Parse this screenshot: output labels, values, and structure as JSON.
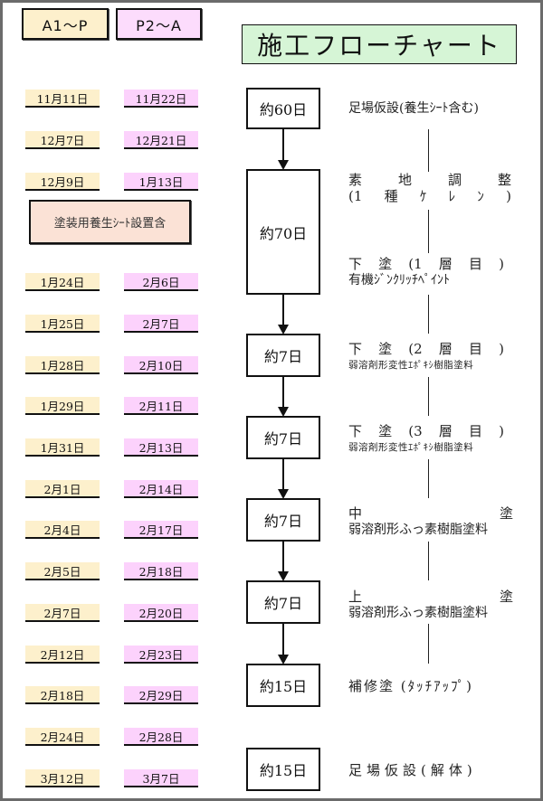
{
  "headers": {
    "col_a": "A1～P",
    "col_b": "P2～A"
  },
  "colors": {
    "col_a_bg": "#fdf0cc",
    "col_b_bg": "#fcd2fc",
    "title_bg": "#d6f5d6",
    "note_bg": "#fbe2d6"
  },
  "schedule_top": [
    {
      "a": "11月11日",
      "b": "11月22日"
    },
    {
      "a": "12月7日",
      "b": "12月21日"
    },
    {
      "a": "12月9日",
      "b": "1月13日"
    }
  ],
  "sheet_note": "塗装用養生ｼｰﾄ設置含",
  "schedule_bottom": [
    {
      "a": "1月24日",
      "b": "2月6日"
    },
    {
      "a": "1月25日",
      "b": "2月7日"
    },
    {
      "a": "1月28日",
      "b": "2月10日"
    },
    {
      "a": "1月29日",
      "b": "2月11日"
    },
    {
      "a": "1月31日",
      "b": "2月13日"
    },
    {
      "a": "2月1日",
      "b": "2月14日"
    },
    {
      "a": "2月4日",
      "b": "2月17日"
    },
    {
      "a": "2月5日",
      "b": "2月18日"
    },
    {
      "a": "2月7日",
      "b": "2月20日"
    },
    {
      "a": "2月12日",
      "b": "2月23日"
    },
    {
      "a": "2月18日",
      "b": "2月29日"
    },
    {
      "a": "2月24日",
      "b": "2月28日"
    },
    {
      "a": "3月12日",
      "b": "3月7日"
    }
  ],
  "flow": {
    "title": "施工フローチャート",
    "steps": [
      {
        "duration": "約60日"
      },
      {
        "duration": "約70日"
      },
      {
        "duration": "約7日"
      },
      {
        "duration": "約7日"
      },
      {
        "duration": "約7日"
      },
      {
        "duration": "約7日"
      },
      {
        "duration": "約15日"
      },
      {
        "duration": "約15日"
      }
    ],
    "descriptions": {
      "scaffold": "足場仮設(養生ｼｰﾄ含む)",
      "prep_l1": [
        "素",
        "地",
        "調",
        "整"
      ],
      "prep_l2": [
        "(1",
        "種",
        "ｹ",
        "ﾚ",
        "ﾝ",
        ")"
      ],
      "under1_l1": [
        "下",
        "塗",
        "(1",
        "層",
        "目",
        ")"
      ],
      "under1_l2": "有機ｼﾞﾝｸﾘｯﾁﾍﾟｲﾝﾄ",
      "under2_l1": [
        "下",
        "塗",
        "(2",
        "層",
        "目",
        ")"
      ],
      "under2_l2": "弱溶剤形変性ｴﾎﾟｷｼ樹脂塗料",
      "under3_l1": [
        "下",
        "塗",
        "(3",
        "層",
        "目",
        ")"
      ],
      "under3_l2": "弱溶剤形変性ｴﾎﾟｷｼ樹脂塗料",
      "middle_l1": [
        "中",
        "塗"
      ],
      "middle_l2": "弱溶剤形ふっ素樹脂塗料",
      "top_l1": [
        "上",
        "塗"
      ],
      "top_l2": "弱溶剤形ふっ素樹脂塗料",
      "touchup": "補修塗 (ﾀｯﾁｱｯﾌﾟ)",
      "dismantle": "足場仮設(解体)"
    }
  }
}
